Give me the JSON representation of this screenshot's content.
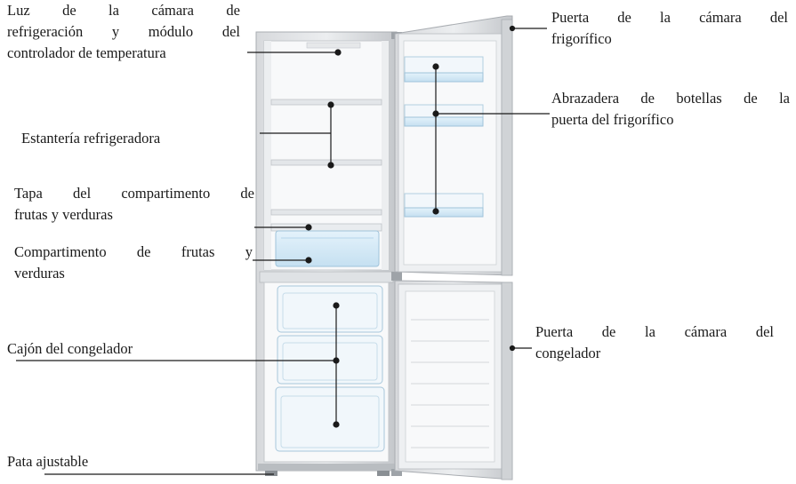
{
  "labels": {
    "luz": [
      "Luz de la cámara de",
      "refrigeración y módulo del",
      "controlador de temperatura"
    ],
    "estanteria": [
      "Estantería refrigeradora"
    ],
    "tapa": [
      "Tapa del compartimento de",
      "frutas y verduras"
    ],
    "compartimento": [
      "Compartimento de frutas y",
      "verduras"
    ],
    "cajon": [
      "Cajón del congelador"
    ],
    "pata": [
      "Pata ajustable"
    ],
    "puerta_frig": [
      "Puerta de la cámara del",
      "frigorífico"
    ],
    "abrazadera": [
      "Abrazadera de botellas de la",
      "puerta del frigorífico"
    ],
    "puerta_cong": [
      "Puerta de la cámara del",
      "congelador"
    ]
  },
  "colors": {
    "text": "#1a1a1a",
    "leader": "#1a1a1a",
    "cabinet_frame": "#c9ccd0",
    "cabinet_interior": "#f7f8f9",
    "drawer_blue": "#cfe6f5"
  }
}
